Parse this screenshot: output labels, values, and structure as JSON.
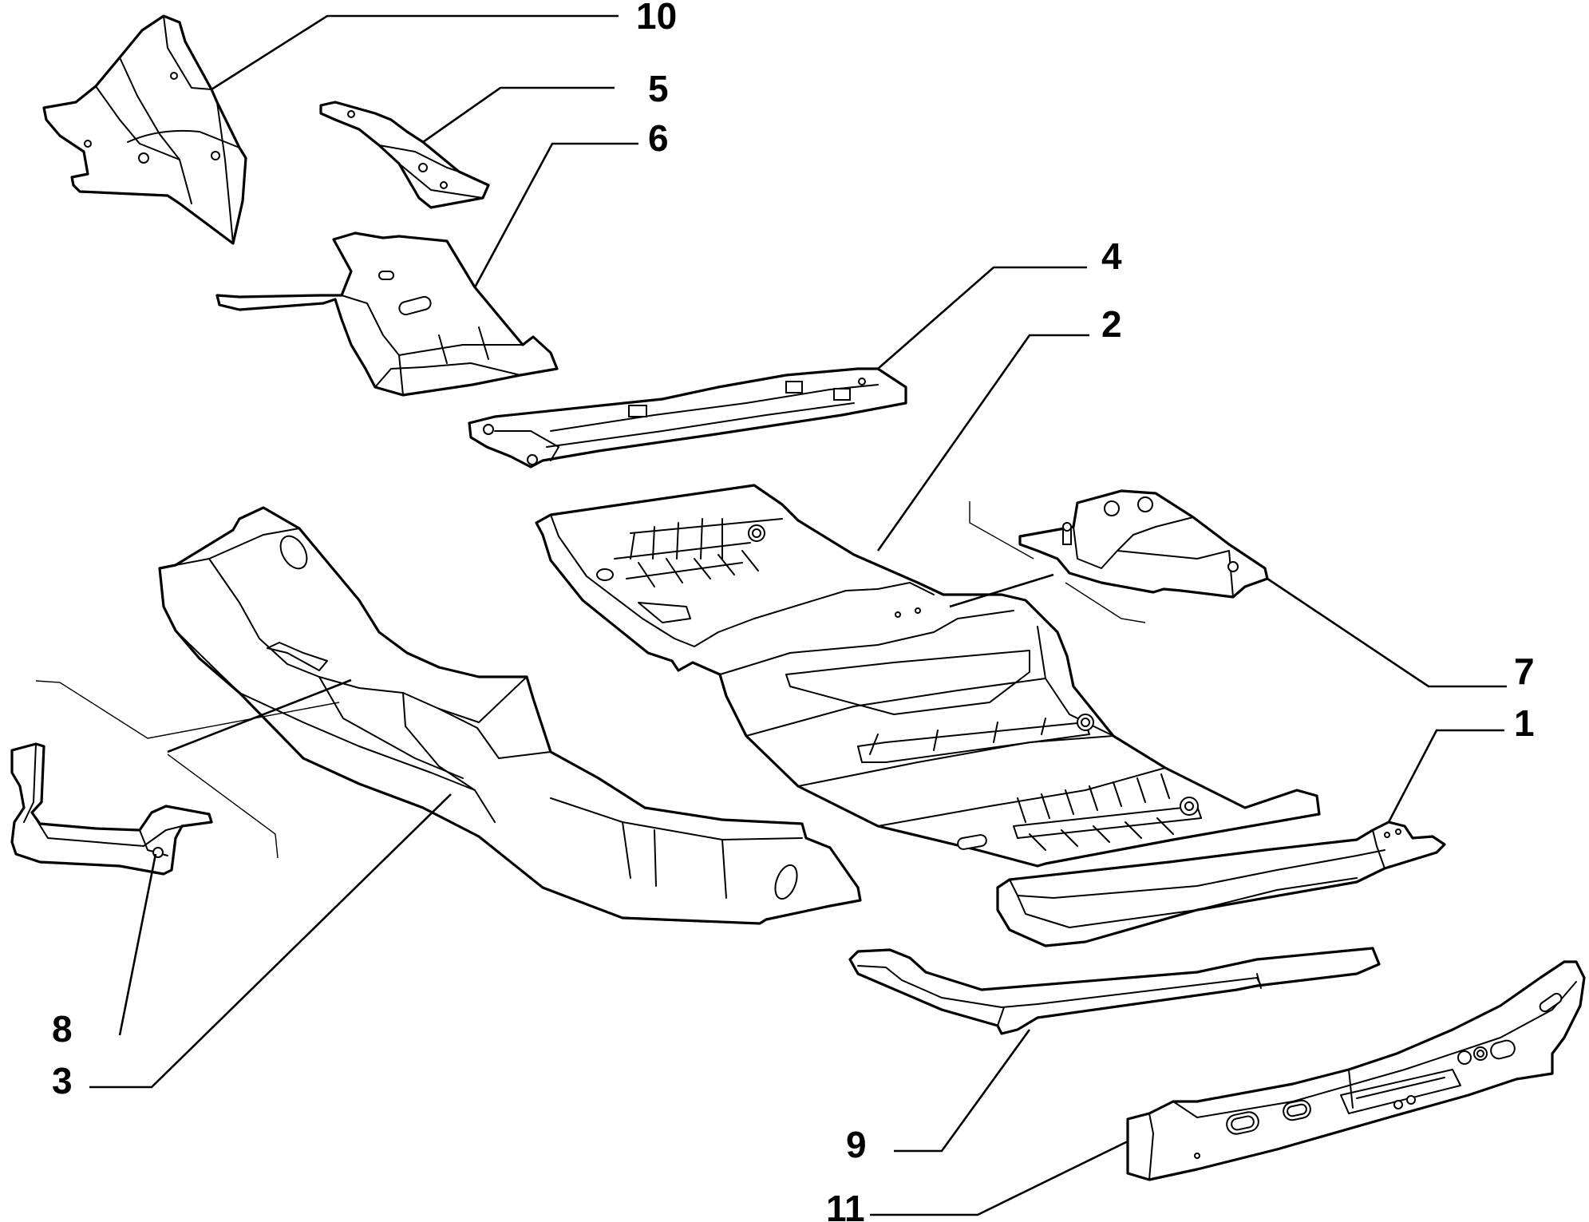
{
  "callouts": {
    "c1": "1",
    "c2": "2",
    "c3": "3",
    "c4": "4",
    "c5": "5",
    "c6": "6",
    "c7": "7",
    "c8": "8",
    "c9": "9",
    "c10": "10",
    "c11": "11"
  },
  "colors": {
    "ink": "#000000",
    "paper": "#ffffff"
  }
}
